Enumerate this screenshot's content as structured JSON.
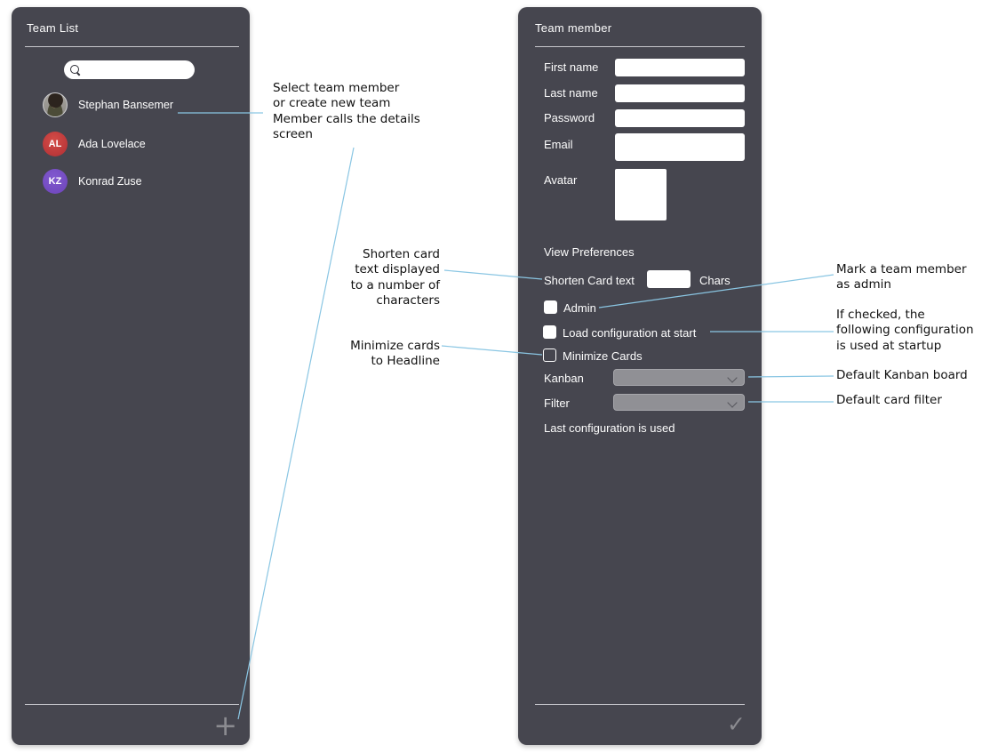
{
  "colors": {
    "panel_background": "#46464f",
    "panel_text": "#fdfdfd",
    "divider": "#c7c7cd",
    "callout_line": "#8ac6e3",
    "avatar_red": "#c23a3f",
    "avatar_purple": "#7750c6",
    "dropdown_fill": "#909095",
    "icon_gray": "#8b8b90",
    "annotation_text": "#111111"
  },
  "left_panel": {
    "title": "Team List",
    "search": {
      "value": "",
      "placeholder": ""
    },
    "members": [
      {
        "name": "Stephan Bansemer",
        "avatar": "photo"
      },
      {
        "name": "Ada Lovelace",
        "initials": "AL"
      },
      {
        "name": "Konrad Zuse",
        "initials": "KZ"
      }
    ],
    "add_button_label": "+"
  },
  "right_panel": {
    "title": "Team member",
    "fields": {
      "first_name_label": "First name",
      "last_name_label": "Last name",
      "password_label": "Password",
      "email_label": "Email",
      "avatar_label": "Avatar",
      "first_name_value": "",
      "last_name_value": "",
      "password_value": "",
      "email_value": ""
    },
    "view_preferences": {
      "heading": "View Preferences",
      "shorten_label": "Shorten Card text",
      "shorten_value": "",
      "chars_label": "Chars",
      "admin_label": "Admin",
      "admin_checked": false,
      "load_label": "Load configuration at start",
      "load_checked": false,
      "minimize_label": "Minimize Cards",
      "minimize_checked": false,
      "kanban_label": "Kanban",
      "kanban_value": "",
      "filter_label": "Filter",
      "filter_value": "",
      "footer_note": "Last configuration is used"
    },
    "confirm_button_label": "✓"
  },
  "annotations": {
    "select_member": "Select team member\nor create new team\nMember calls the details\nscreen",
    "shorten": "Shorten card\ntext displayed\nto a number of\ncharacters",
    "minimize": "Minimize cards\nto Headline",
    "admin": "Mark a team member\nas admin",
    "load": "If checked, the\nfollowing configuration\nis used at startup",
    "kanban": "Default Kanban board",
    "filter": "Default card filter"
  }
}
